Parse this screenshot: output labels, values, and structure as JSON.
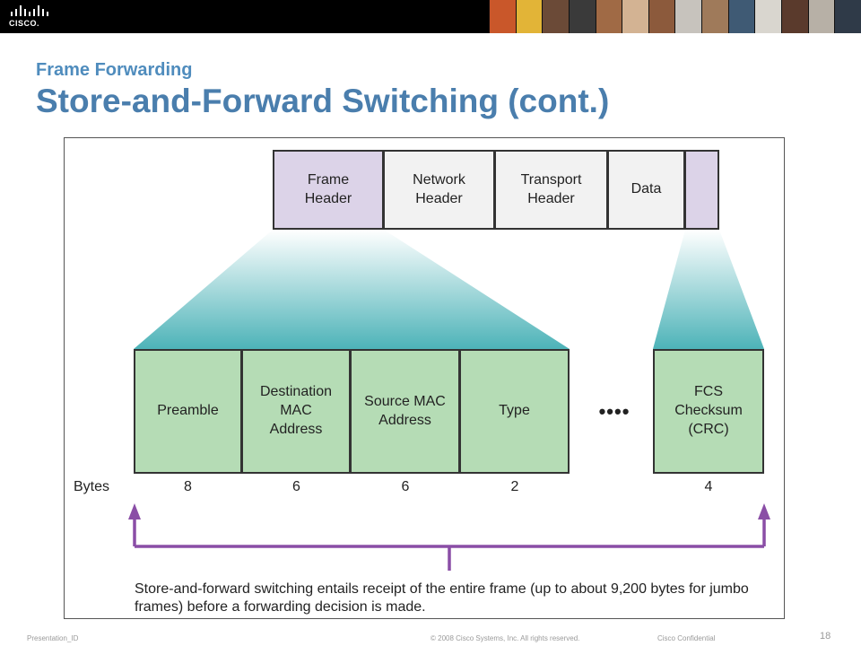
{
  "header": {
    "logo_text": "CISCO.",
    "photo_colors": [
      "#c9572a",
      "#e2b437",
      "#6b4a37",
      "#3a3a3a",
      "#a06a45",
      "#d3b393",
      "#8c5a3c",
      "#c7c3bd",
      "#9f7a5a",
      "#3f5a74",
      "#d9d6cf",
      "#5a3a2c",
      "#b7b0a6",
      "#2f3a48"
    ]
  },
  "slide": {
    "subtitle": "Frame Forwarding",
    "title": "Store-and-Forward Switching (cont.)"
  },
  "diagram": {
    "packet": {
      "fields": [
        {
          "label": "Frame\nHeader",
          "color": "#dcd3e8"
        },
        {
          "label": "Network\nHeader",
          "color": "#f2f2f2"
        },
        {
          "label": "Transport\nHeader",
          "color": "#f2f2f2"
        },
        {
          "label": "Data",
          "color": "#f2f2f2"
        },
        {
          "label": "",
          "color": "#dcd3e8"
        }
      ]
    },
    "frame": {
      "fields": [
        {
          "label": "Preamble",
          "bytes": "8"
        },
        {
          "label": "Destination\nMAC\nAddress",
          "bytes": "6"
        },
        {
          "label": "Source MAC\nAddress",
          "bytes": "6"
        },
        {
          "label": "Type",
          "bytes": "2"
        },
        {
          "label": "FCS\nChecksum\n(CRC)",
          "bytes": "4"
        }
      ],
      "field_color": "#b5dcb5",
      "ellipsis": "••••"
    },
    "bytes_label": "Bytes",
    "teal_color": "#4db3b8",
    "arrow_color": "#8a4ea6",
    "caption": "Store-and-forward switching entails receipt of the entire frame (up to about 9,200 bytes for jumbo frames) before a forwarding decision is made."
  },
  "footer": {
    "presentation_id": "Presentation_ID",
    "copyright": "© 2008 Cisco Systems, Inc. All rights reserved.",
    "confidential": "Cisco Confidential",
    "page_number": "18"
  }
}
